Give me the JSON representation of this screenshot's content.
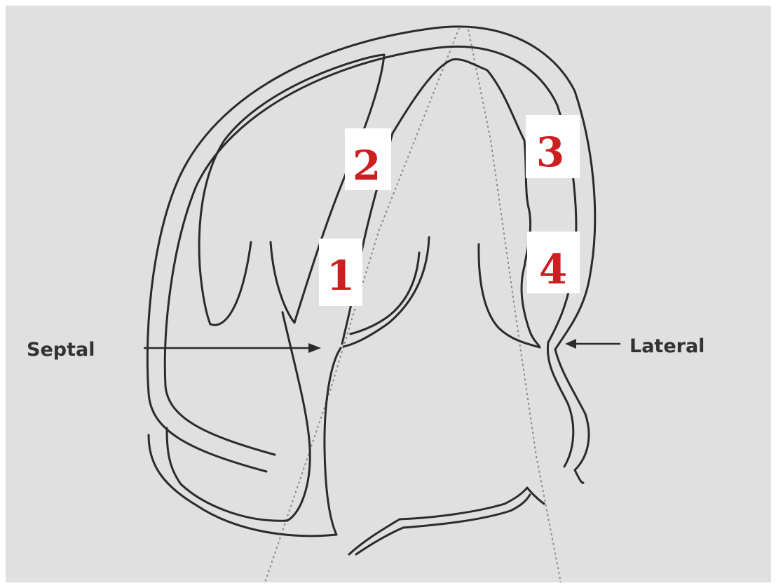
{
  "colors": {
    "background": "#e0e0e0",
    "outline": "#2b2b2b",
    "segment_number": "#cc1f1f"
  },
  "labels": {
    "septal": "Septal",
    "lateral": "Lateral"
  },
  "segments": [
    "1",
    "2",
    "3",
    "4"
  ]
}
